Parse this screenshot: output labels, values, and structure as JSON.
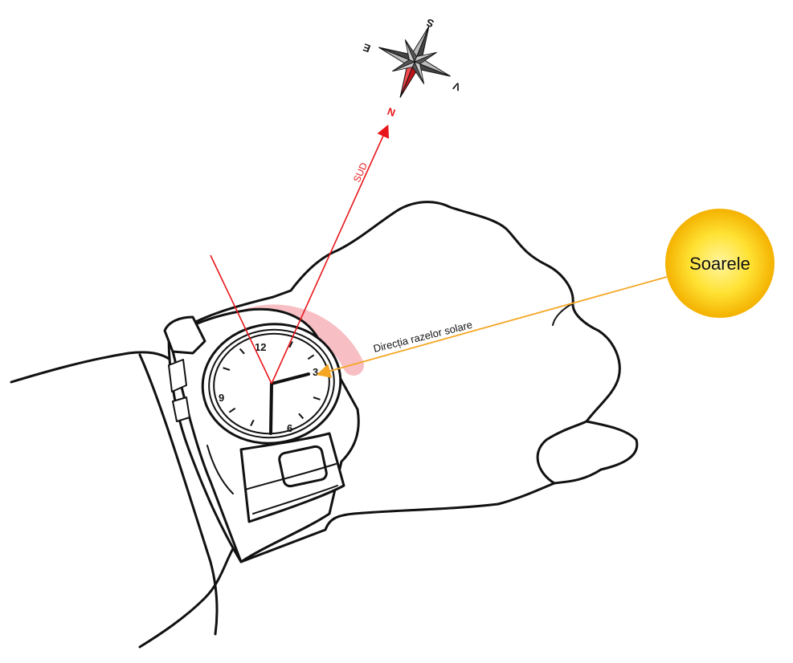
{
  "sun": {
    "label": "Soarele"
  },
  "sun_rays": {
    "label": "Direcția razelor solare"
  },
  "south_line": {
    "label": "SUD"
  },
  "compass": {
    "north": "N",
    "south": "S",
    "east": "E",
    "west": "V"
  },
  "watch": {
    "numerals": [
      "12",
      "3",
      "6",
      "9"
    ]
  },
  "colors": {
    "sun_core": "#ffe84a",
    "sun_edge": "#f2b400",
    "ray_line": "#f5a623",
    "south_line": "#e8161b",
    "arc_highlight": "#f08a93"
  }
}
